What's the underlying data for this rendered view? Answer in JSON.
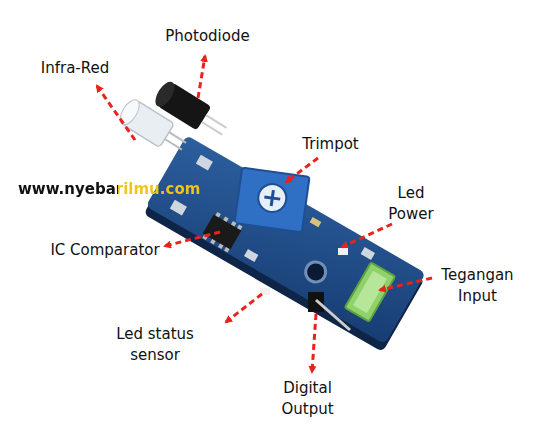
{
  "diagram": {
    "labels": [
      "Photodiode",
      "Infra-Red",
      "Trimpot",
      "Led Power",
      "IC Comparator",
      "Tegangan Input",
      "Led status sensor",
      "Digital Output",
      "www.nyebarilmu.com"
    ]
  }
}
